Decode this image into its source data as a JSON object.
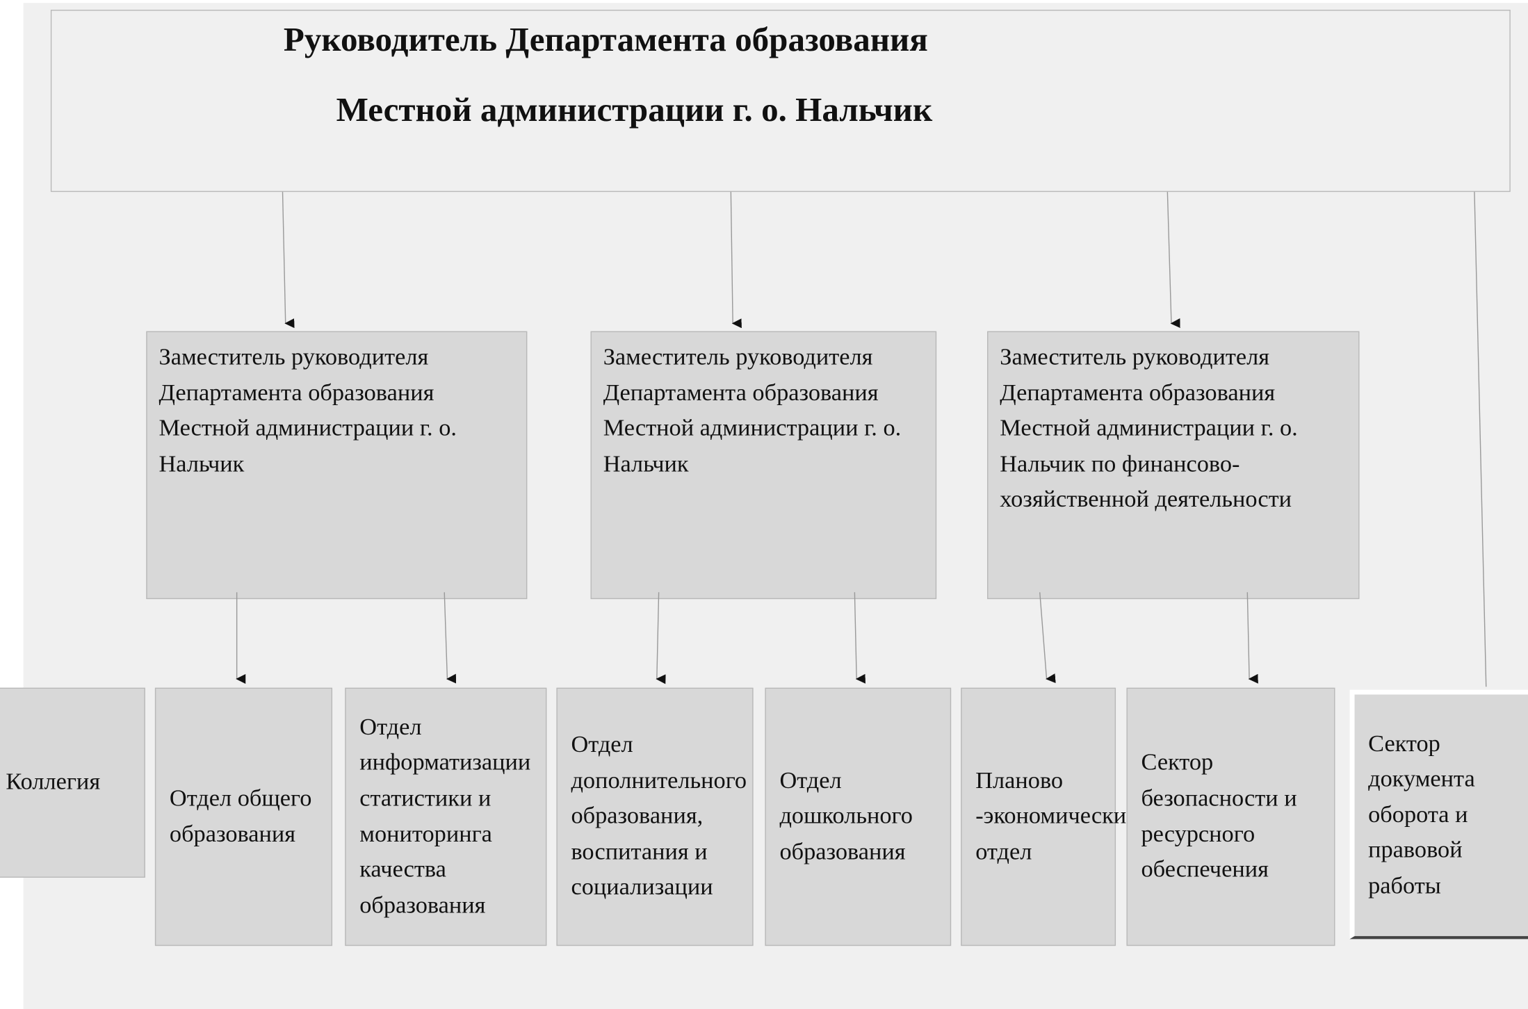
{
  "head": {
    "line1": "Руководитель Департамента образования",
    "line2": "Местной администрации  г. о. Нальчик"
  },
  "deputies": [
    "Заместитель руководителя Департамента образования Местной администрации  г. о. Нальчик",
    "Заместитель руководителя Департамента образования Местной администрации  г. о. Нальчик",
    "Заместитель руководителя Департамента образования Местной администрации  г. о. Нальчик по финансово-хозяйственной деятельности"
  ],
  "units": [
    "Коллегия",
    "Отдел общего образования",
    "Отдел информатизации статистики и мониторинга качества образования",
    "Отдел дополнительного образования, воспитания и социализации",
    "Отдел дошкольного образования",
    "Планово -экономический отдел",
    "Сектор безопасности и ресурсного обеспечения",
    "Сектор документа оборота и правовой работы"
  ]
}
